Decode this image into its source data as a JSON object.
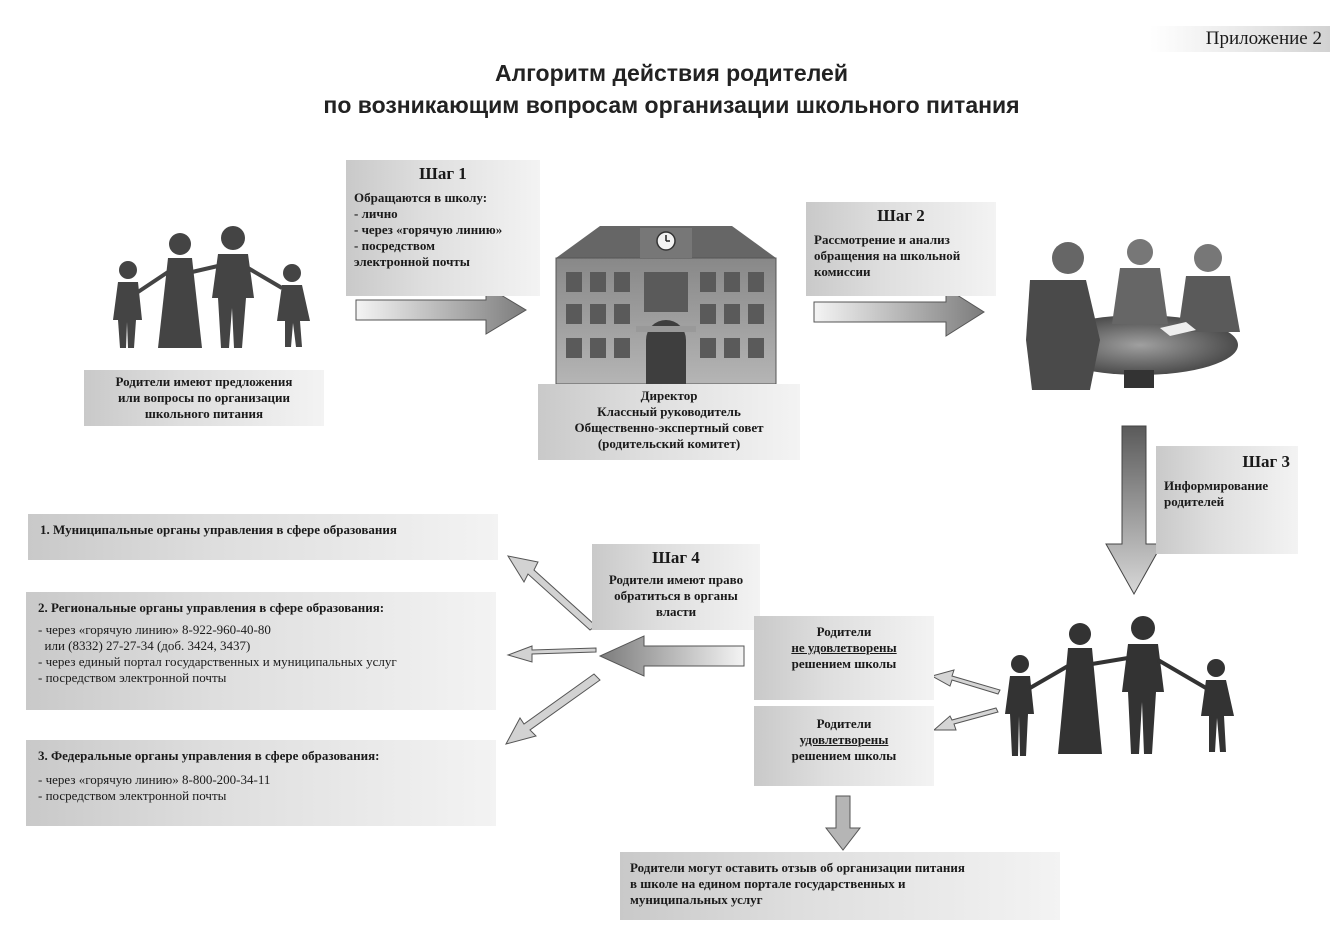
{
  "appendix": "Приложение 2",
  "title": {
    "line1": "Алгоритм действия родителей",
    "line2": "по возникающим вопросам организации школьного питания"
  },
  "parents_box": {
    "line1": "Родители имеют предложения",
    "line2": "или вопросы по организации",
    "line3": "школьного питания"
  },
  "step1": {
    "title": "Шаг 1",
    "intro": "Обращаются в школу:",
    "items": [
      "- лично",
      "- через «горячую линию»",
      "- посредством",
      "электронной почты"
    ]
  },
  "school_box": {
    "lines": [
      "Директор",
      "Классный руководитель",
      "Общественно-экспертный совет",
      "(родительский комитет)"
    ]
  },
  "step2": {
    "title": "Шаг 2",
    "lines": [
      "Рассмотрение и анализ",
      "обращения на школьной",
      "комиссии"
    ]
  },
  "step3": {
    "title": "Шаг 3",
    "lines": [
      "Информирование",
      "родителей"
    ]
  },
  "step4": {
    "title": "Шаг 4",
    "lines": [
      "Родители имеют право",
      "обратиться в органы",
      "власти"
    ]
  },
  "municipal": {
    "title": "1. Муниципальные органы управления в сфере образования"
  },
  "regional": {
    "title": "2. Региональные органы управления в сфере образования:",
    "lines": [
      "- через «горячую линию» 8-922-960-40-80",
      "  или (8332) 27-27-34 (доб. 3424, 3437)",
      "- через единый портал государственных и муниципальных услуг",
      "- посредством электронной почты"
    ]
  },
  "federal": {
    "title": "3. Федеральные органы управления в сфере образования:",
    "lines": [
      "- через «горячую линию» 8-800-200-34-11",
      "- посредством электронной почты"
    ]
  },
  "not_satisfied": {
    "line1": "Родители",
    "line2": "не удовлетворены",
    "line3": "решением школы"
  },
  "satisfied": {
    "line1": "Родители",
    "line2": "удовлетворены",
    "line3": "решением школы"
  },
  "feedback": {
    "lines": [
      "Родители могут оставить отзыв об организации питания",
      "в школе на едином портале государственных и",
      "муниципальных услуг"
    ]
  }
}
